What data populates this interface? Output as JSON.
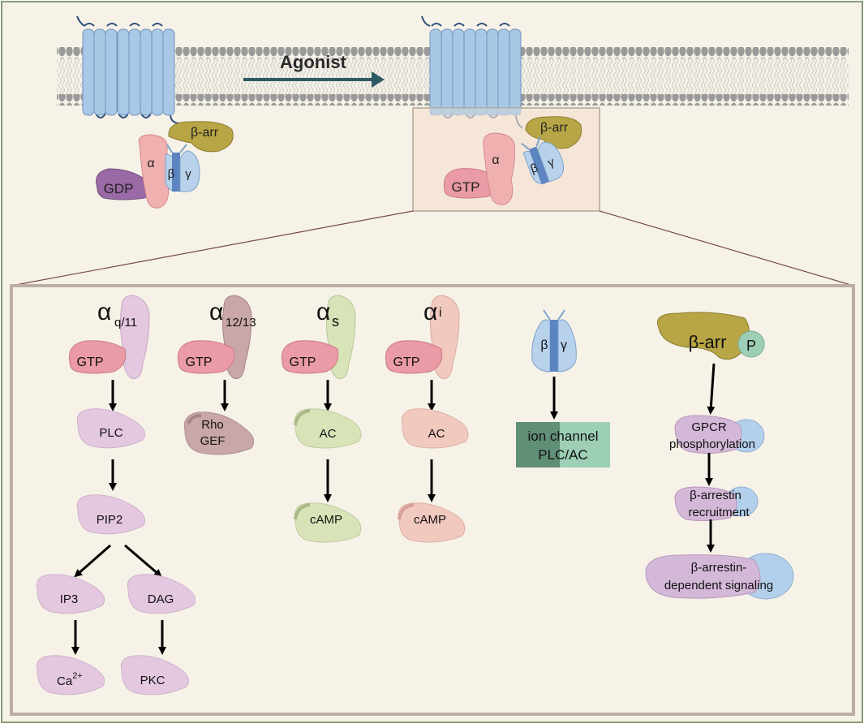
{
  "top": {
    "agonist_label": "Agonist",
    "inactive": {
      "beta_arr": "β-arr",
      "alpha": "α",
      "beta": "β",
      "gamma": "γ",
      "gdp": "GDP"
    },
    "active": {
      "beta_arr": "β-arr",
      "alpha": "α",
      "beta": "β",
      "gamma": "γ",
      "gtp": "GTP"
    }
  },
  "columns": {
    "gq": {
      "alpha": "α",
      "subscript": "q/11",
      "gtp": "GTP",
      "plc": "PLC",
      "pip2": "PIP2",
      "ip3": "IP3",
      "dag": "DAG",
      "ca": "Ca",
      "ca_sup": "2+",
      "pkc": "PKC"
    },
    "g12": {
      "alpha": "α",
      "subscript": "12/13",
      "gtp": "GTP",
      "rho": "Rho",
      "gef": "GEF"
    },
    "gs": {
      "alpha": "α",
      "subscript": "s",
      "gtp": "GTP",
      "ac": "AC",
      "camp": "cAMP"
    },
    "gi": {
      "alpha": "α",
      "subscript": "i",
      "gtp": "GTP",
      "ac": "AC",
      "camp": "cAMP"
    },
    "bg": {
      "beta": "β",
      "gamma": "γ",
      "line1": "ion channel",
      "line2": "PLC/AC"
    },
    "barr": {
      "label": "β-arr",
      "p": "P",
      "step1a": "GPCR",
      "step1b": "phosphorylation",
      "step2a": "β-arrestin",
      "step2b": "recruitment",
      "step3a": "β-arrestin-",
      "step3b": "dependent signaling"
    }
  },
  "colors": {
    "background": "#f6f2e7",
    "frame": "#8a9a77",
    "membrane_head": "#9a9a9a",
    "receptor": "#a9c8e6",
    "gtp": "#ea9ba5",
    "alpha": "#f0b0b0",
    "gdp": "#9a6aa6",
    "beta_arr": "#b8a545",
    "beta_gamma": "#b8d2ec",
    "plc_family": "#e4c8e0",
    "g12": "#c9a6a8",
    "gs": "#d8e3b8",
    "gi": "#f2c9bf",
    "ion_dark": "#5f8f76",
    "ion_light": "#9ccfb5",
    "arrestin_step": "#d4b8d8",
    "arrestin_blue": "#b2d0ec"
  }
}
